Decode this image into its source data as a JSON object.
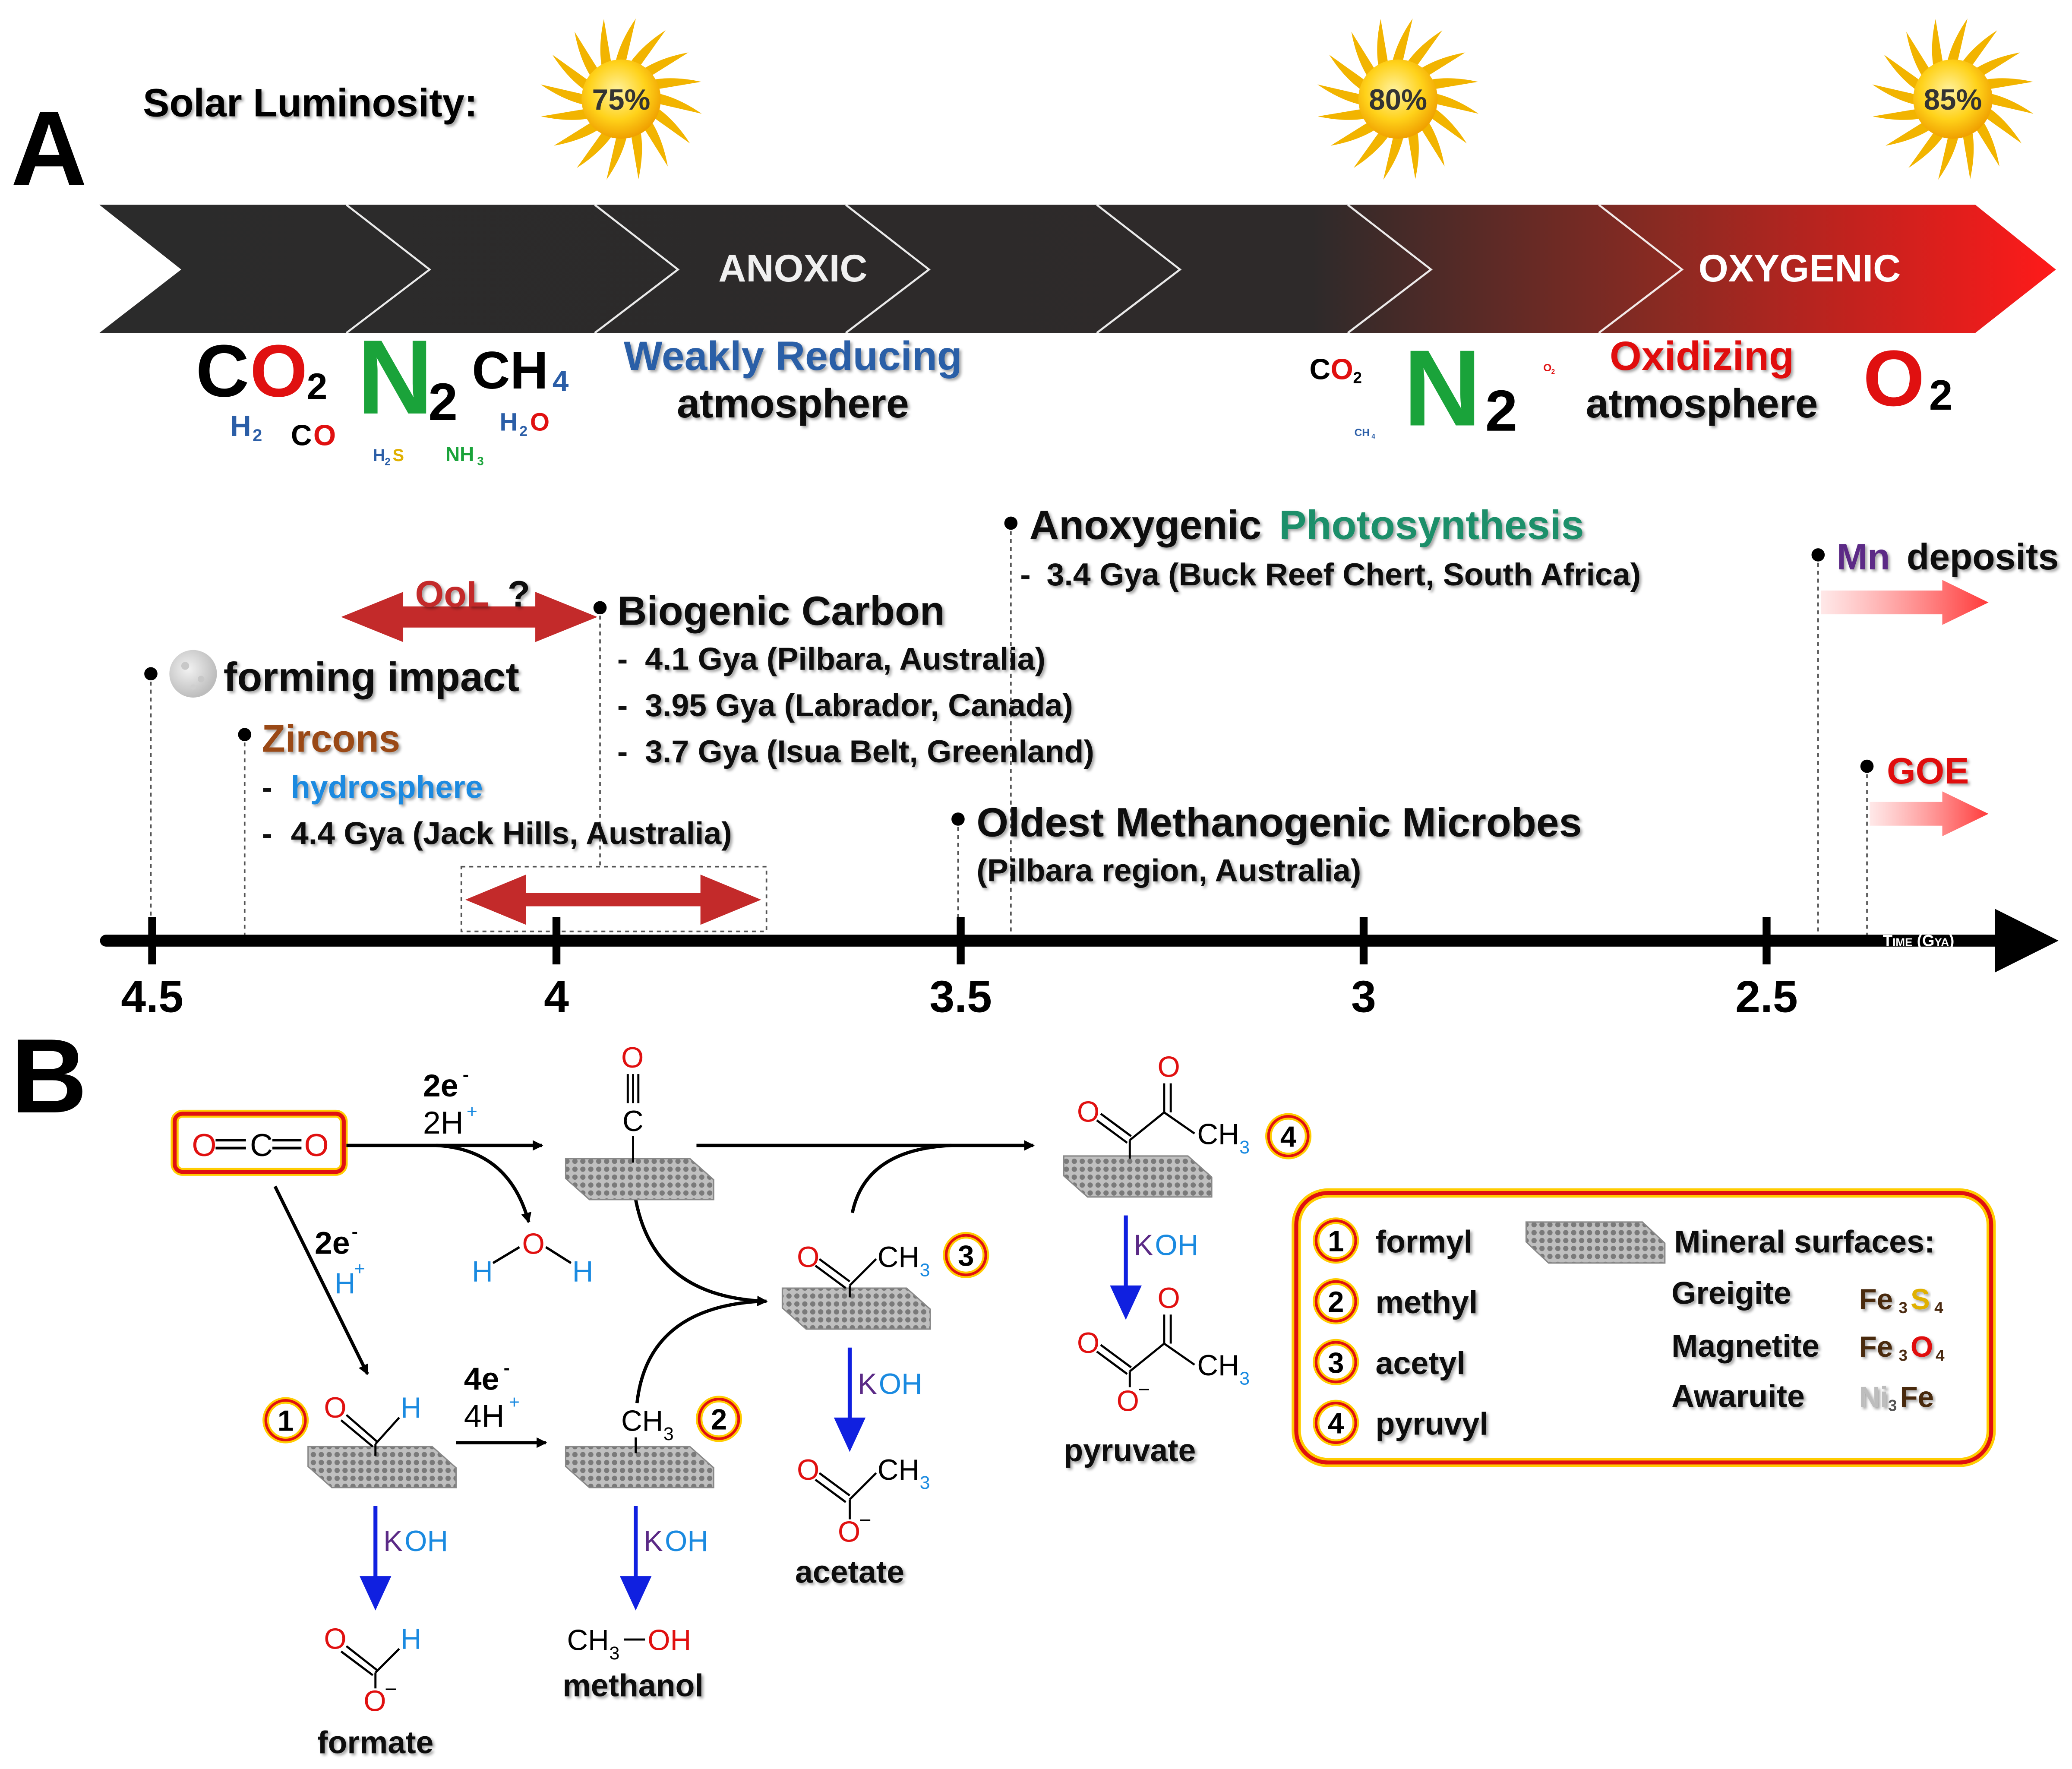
{
  "panel_a": {
    "panel_label": "A",
    "solar_label": "Solar Luminosity:",
    "suns": [
      "75%",
      "80%",
      "85%"
    ],
    "atmosphere_banner": {
      "left": "ANOXIC",
      "right": "OXYGENIC"
    },
    "early_gases": {
      "co2_c": "C",
      "co2_o": "O",
      "co2_sub": "2",
      "n2_n": "N",
      "n2_sub": "2",
      "ch4_ch": "CH",
      "ch4_sub": "4",
      "h2": "H",
      "h2_sub": "2",
      "co_c": "C",
      "co_o": "O",
      "h2o_h": "H",
      "h2o_sub": "2",
      "h2o_o": "O",
      "h2s_h": "H",
      "h2s_sub": "2",
      "h2s_s": "S",
      "nh3_nh": "NH",
      "nh3_sub": "3"
    },
    "weakly_reducing": {
      "line1": "Weakly Reducing",
      "line2": "atmosphere"
    },
    "late_gases": {
      "co2_c": "C",
      "co2_o": "O",
      "co2_sub": "2",
      "n2_n": "N",
      "n2_sub": "2",
      "ch4": "CH",
      "ch4_sub": "4",
      "o2_small": "O",
      "o2_small_sub": "2",
      "o2_o": "O",
      "o2_sub": "2"
    },
    "oxidizing": {
      "line1": "Oxidizing",
      "line2": "atmosphere"
    },
    "events": {
      "impact": {
        "label": "forming impact"
      },
      "zircons": {
        "title": "Zircons",
        "dash": "-",
        "line1": "hydrosphere",
        "line2": "4.4 Gya (Jack Hills, Australia)"
      },
      "ool": {
        "label": "OoL",
        "q": "?"
      },
      "biogenic": {
        "title": "Biogenic Carbon",
        "dash": "-",
        "items": [
          "4.1 Gya (Pilbara, Australia)",
          "3.95 Gya (Labrador, Canada)",
          "3.7 Gya (Isua Belt, Greenland)"
        ]
      },
      "anoxygenic": {
        "title_a": "Anoxygenic",
        "title_b": "Photosynthesis",
        "dash": "-",
        "line1": "3.4 Gya (Buck Reef Chert, South Africa)"
      },
      "methanogenic": {
        "title": "Oldest Methanogenic Microbes",
        "line1": "(Pilbara region, Australia)"
      },
      "mn": {
        "title_a": "Mn",
        "title_b": "deposits"
      },
      "goe": {
        "title": "GOE"
      }
    },
    "axis": {
      "title": "Time (Gya)",
      "ticks": [
        "4.5",
        "4",
        "3.5",
        "3",
        "2.5"
      ]
    }
  },
  "panel_b": {
    "panel_label": "B",
    "reagents": {
      "e2": "2e",
      "h2p": "2H",
      "e2b": "2e",
      "hb": "H",
      "e4": "4e",
      "h4": "4H",
      "minus": "-",
      "plus": "+",
      "koh_k": "K",
      "koh_oh": "OH"
    },
    "co2": {
      "o1": "O",
      "c": "C",
      "o2": "O"
    },
    "water": {
      "h1": "H",
      "o": "O",
      "h2": "H"
    },
    "atoms": {
      "O": "O",
      "C": "C",
      "H": "H",
      "CH": "CH",
      "sub3": "3",
      "OH": "OH",
      "minus": "−"
    },
    "intermediate_numbers": [
      "1",
      "2",
      "3",
      "4"
    ],
    "products": {
      "formate": "formate",
      "methanol": "methanol",
      "acetate": "acetate",
      "pyruvate": "pyruvate"
    },
    "legend": {
      "items": [
        "formyl",
        "methyl",
        "acetyl",
        "pyruvyl"
      ],
      "minerals_title": "Mineral surfaces:",
      "minerals": [
        {
          "name": "Greigite",
          "el1": "Fe",
          "n1": "3",
          "el2": "S",
          "n2": "4"
        },
        {
          "name": "Magnetite",
          "el1": "Fe",
          "n1": "3",
          "el2": "O",
          "n2": "4"
        },
        {
          "name": "Awaruite",
          "el1": "Ni",
          "n1": "3",
          "el2": "Fe",
          "n2": ""
        }
      ]
    }
  },
  "colors": {
    "red": "#e01010",
    "blue": "#2b5ea7",
    "green": "#1aa33a",
    "bright_blue": "#1a8ae0",
    "teal": "#1f8f6a",
    "purple": "#5b2a86",
    "brown": "#9a4a14",
    "yellow": "#e0b000",
    "arrow_blue": "#1020e0"
  }
}
